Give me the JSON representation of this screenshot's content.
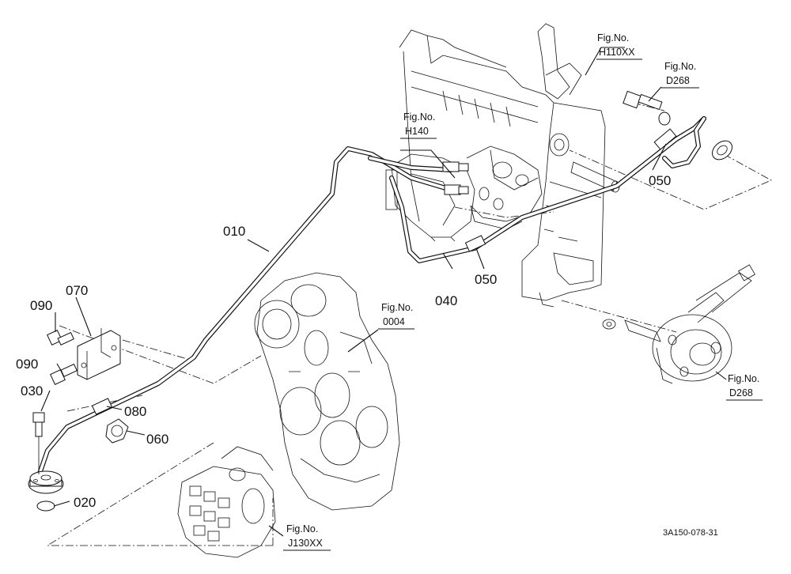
{
  "diagram": {
    "drawing_code": "3A150-078-31",
    "part_labels": {
      "p010": "010",
      "p020": "020",
      "p030": "030",
      "p040": "040",
      "p050a": "050",
      "p050b": "050",
      "p060": "060",
      "p070": "070",
      "p080": "080",
      "p090a": "090",
      "p090b": "090"
    },
    "figure_refs": {
      "h110": {
        "label": "Fig.No.",
        "number": "H110XX"
      },
      "d268_top": {
        "label": "Fig.No.",
        "number": "D268"
      },
      "h140": {
        "label": "Fig.No.",
        "number": "H140"
      },
      "f0004": {
        "label": "Fig.No.",
        "number": "0004"
      },
      "d268_bottom": {
        "label": "Fig.No.",
        "number": "D268"
      },
      "j130": {
        "label": "Fig.No.",
        "number": "J130XX"
      }
    }
  }
}
